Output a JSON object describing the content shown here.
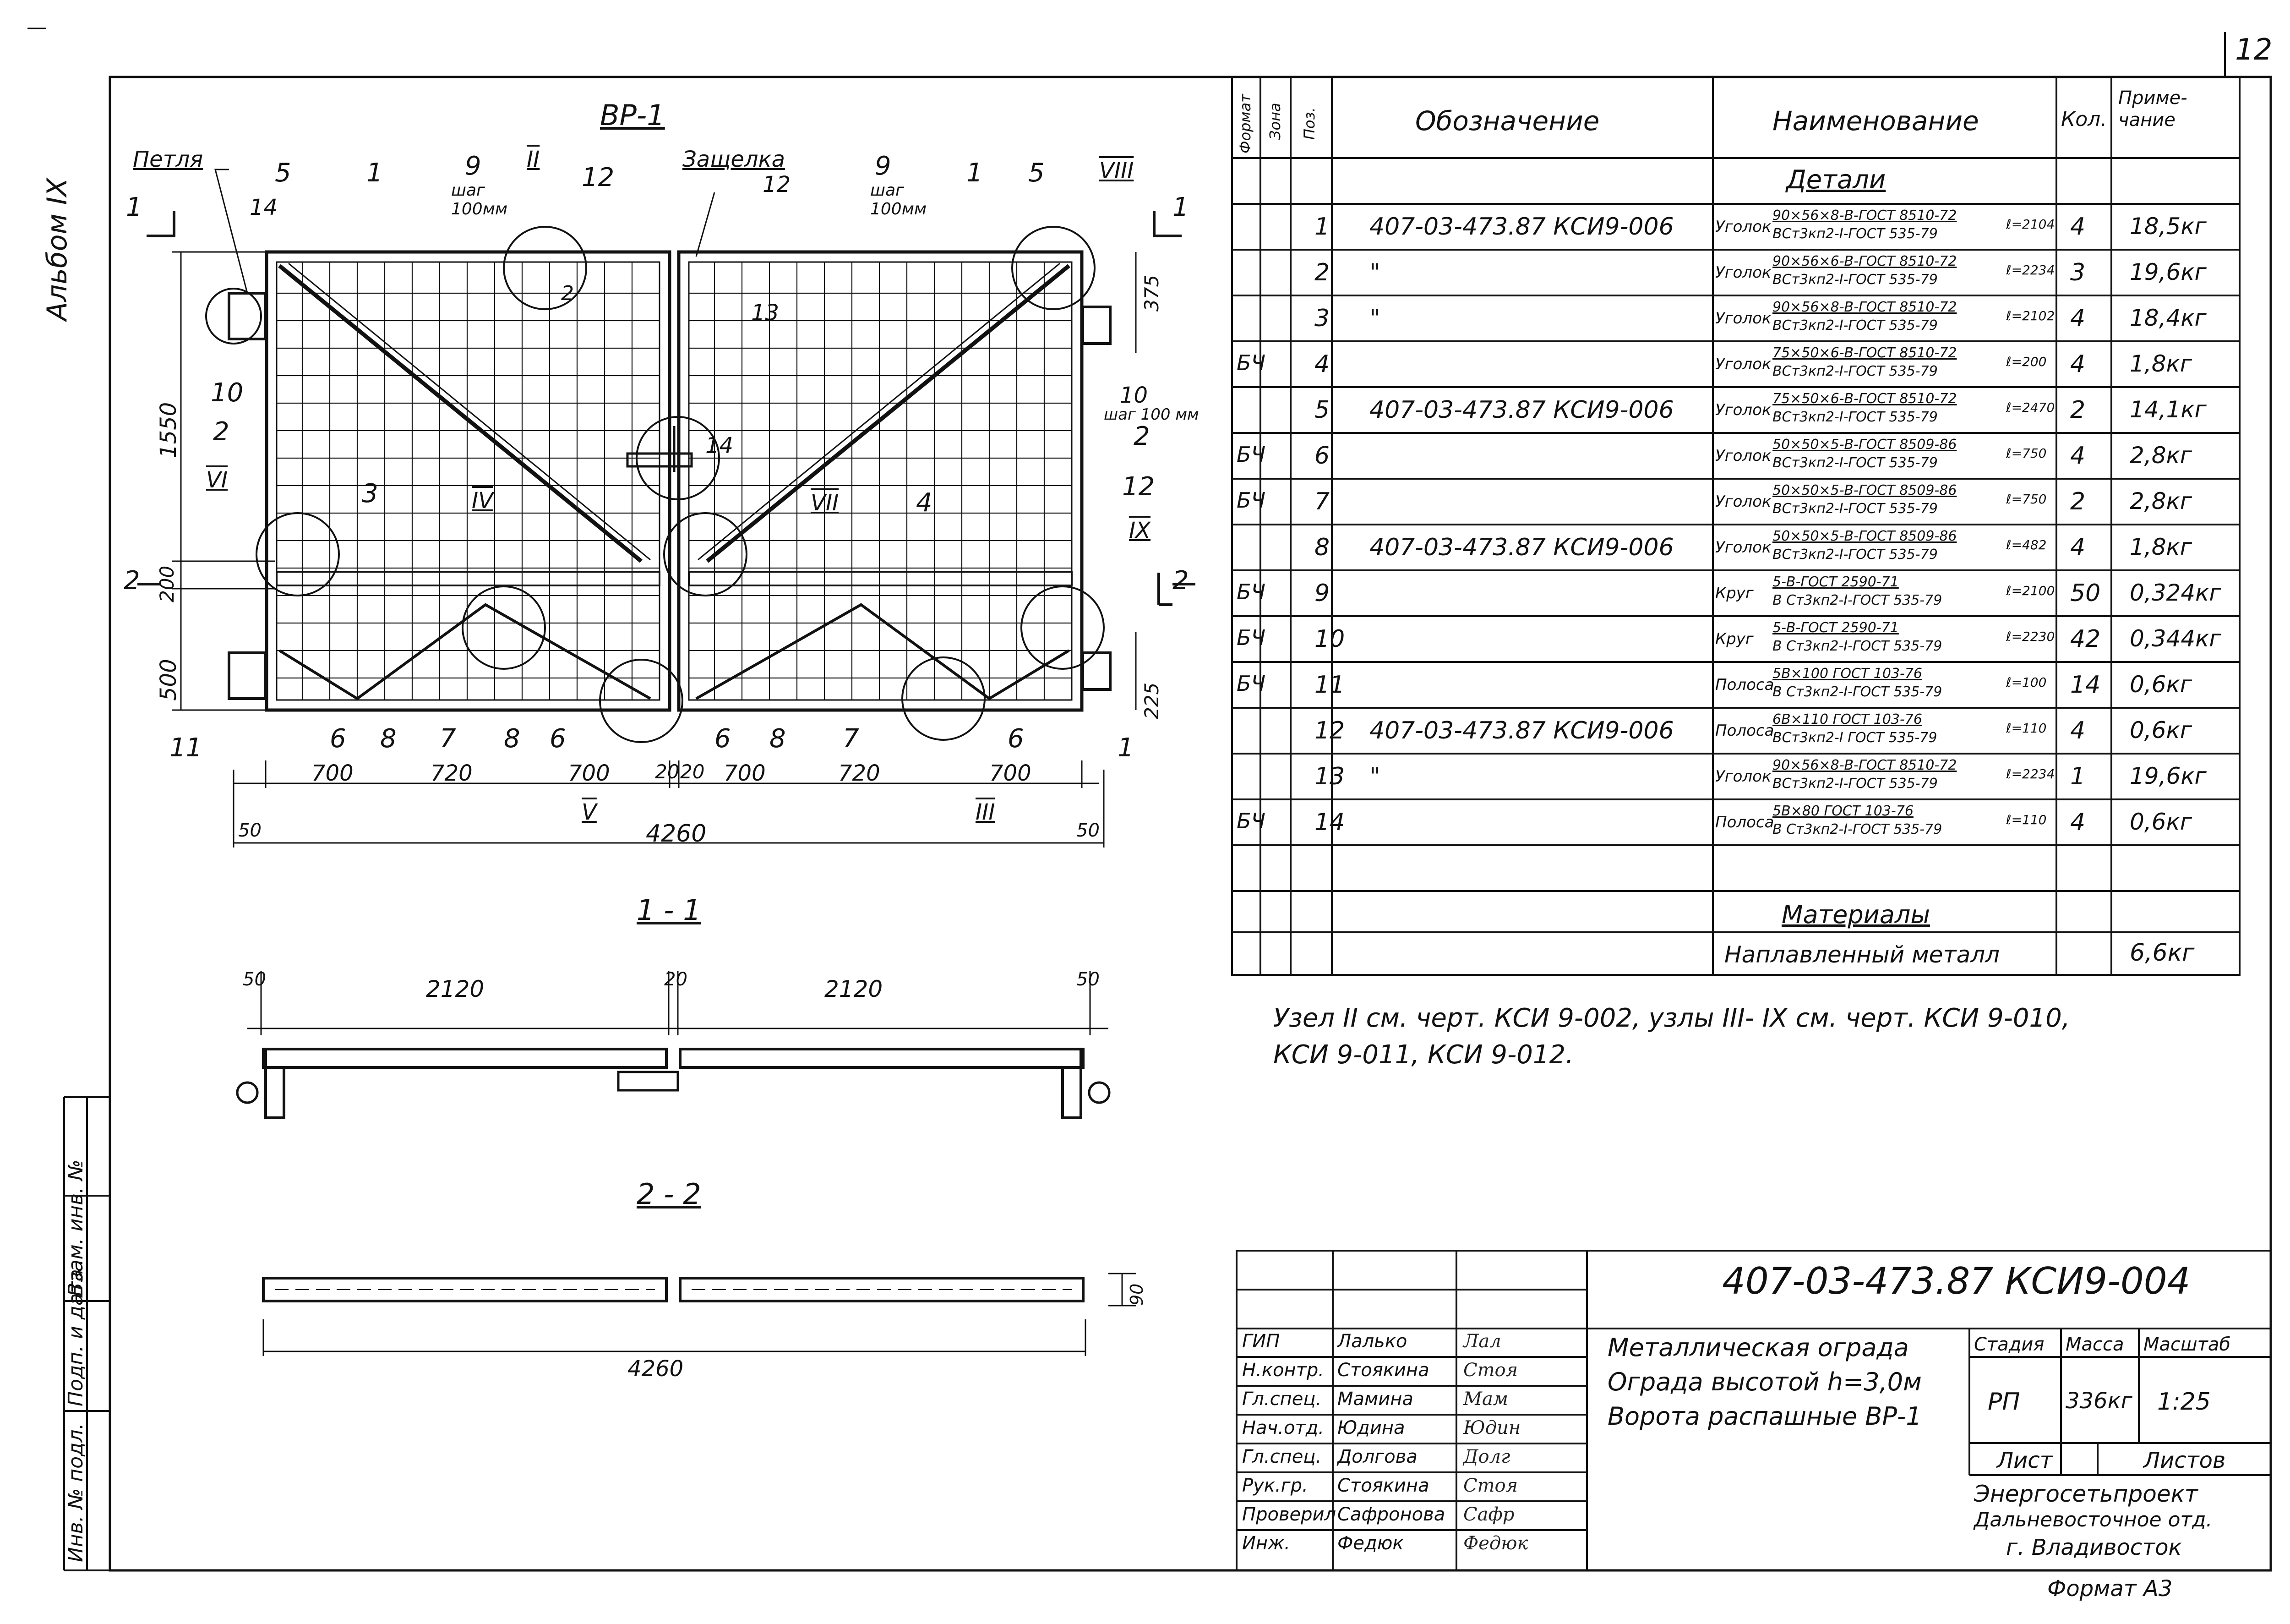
{
  "sheet": {
    "number": "12",
    "album_side_label": "Альбом IX",
    "format_note": "Формат A3",
    "side_stamp": [
      "Инв. № подл.",
      "Подп. и дата",
      "Взам. инв. №"
    ]
  },
  "drawing": {
    "title_main": "ВР-1",
    "section_1_title": "1 - 1",
    "section_2_title": "2 - 2",
    "labels": {
      "petlya": "Петля",
      "zashchelka": "Защелка",
      "shag_left": "шаг 100мм",
      "shag_right": "шаг 100мм",
      "shag_side": "шаг 100 мм"
    },
    "positions": [
      "1",
      "2",
      "3",
      "4",
      "5",
      "6",
      "7",
      "8",
      "9",
      "10",
      "11",
      "12",
      "13",
      "14"
    ],
    "nodes": [
      "II",
      "III",
      "IV",
      "V",
      "VI",
      "VII",
      "VIII",
      "IX"
    ],
    "section_marks": [
      "1",
      "1",
      "2",
      "2"
    ],
    "dimensions_main": {
      "height_total": "1550",
      "d200": "200",
      "d500": "500",
      "d375": "375",
      "d225": "225",
      "bottom": [
        "700",
        "720",
        "700",
        "20",
        "20",
        "700",
        "720",
        "700"
      ],
      "overall": "4260",
      "edge": [
        "50",
        "50"
      ]
    },
    "dimensions_11": [
      "50",
      "2120",
      "20",
      "2120",
      "50"
    ],
    "dimensions_22": [
      "4260",
      "90"
    ]
  },
  "bom": {
    "headers": {
      "format": "Формат",
      "zone": "Зона",
      "pos": "Поз.",
      "designation": "Обозначение",
      "name": "Наименование",
      "qty": "Кол.",
      "note": "Приме- чание"
    },
    "section_details": "Детали",
    "section_materials": "Материалы",
    "rows": [
      {
        "fmt": "",
        "pos": "1",
        "des": "407-03-473.87 КСИ9-006",
        "kind": "Уголок",
        "top": "90×56×8-В-ГОСТ 8510-72",
        "bot": "ВСт3кп2-I-ГОСТ 535-79",
        "len": "ℓ=2104",
        "qty": "4",
        "note": "18,5кг"
      },
      {
        "fmt": "",
        "pos": "2",
        "des": "\"",
        "kind": "Уголок",
        "top": "90×56×6-В-ГОСТ 8510-72",
        "bot": "ВСт3кп2-I-ГОСТ 535-79",
        "len": "ℓ=2234",
        "qty": "3",
        "note": "19,6кг"
      },
      {
        "fmt": "",
        "pos": "3",
        "des": "\"",
        "kind": "Уголок",
        "top": "90×56×8-В-ГОСТ 8510-72",
        "bot": "ВСт3кп2-I-ГОСТ 535-79",
        "len": "ℓ=2102",
        "qty": "4",
        "note": "18,4кг"
      },
      {
        "fmt": "БЧ",
        "pos": "4",
        "des": "",
        "kind": "Уголок",
        "top": "75×50×6-В-ГОСТ 8510-72",
        "bot": "ВСт3кп2-I-ГОСТ 535-79",
        "len": "ℓ=200",
        "qty": "4",
        "note": "1,8кг"
      },
      {
        "fmt": "",
        "pos": "5",
        "des": "407-03-473.87 КСИ9-006",
        "kind": "Уголок",
        "top": "75×50×6-В-ГОСТ 8510-72",
        "bot": "ВСт3кп2-I-ГОСТ 535-79",
        "len": "ℓ=2470",
        "qty": "2",
        "note": "14,1кг"
      },
      {
        "fmt": "БЧ",
        "pos": "6",
        "des": "",
        "kind": "Уголок",
        "top": "50×50×5-В-ГОСТ 8509-86",
        "bot": "ВСт3кп2-I-ГОСТ 535-79",
        "len": "ℓ=750",
        "qty": "4",
        "note": "2,8кг"
      },
      {
        "fmt": "БЧ",
        "pos": "7",
        "des": "",
        "kind": "Уголок",
        "top": "50×50×5-В-ГОСТ 8509-86",
        "bot": "ВСт3кп2-I-ГОСТ 535-79",
        "len": "ℓ=750",
        "qty": "2",
        "note": "2,8кг"
      },
      {
        "fmt": "",
        "pos": "8",
        "des": "407-03-473.87 КСИ9-006",
        "kind": "Уголок",
        "top": "50×50×5-В-ГОСТ 8509-86",
        "bot": "ВСт3кп2-I-ГОСТ 535-79",
        "len": "ℓ=482",
        "qty": "4",
        "note": "1,8кг"
      },
      {
        "fmt": "БЧ",
        "pos": "9",
        "des": "",
        "kind": "Круг",
        "top": "5-В-ГОСТ 2590-71",
        "bot": "В Ст3кп2-I-ГОСТ 535-79",
        "len": "ℓ=2100",
        "qty": "50",
        "note": "0,324кг"
      },
      {
        "fmt": "БЧ",
        "pos": "10",
        "des": "",
        "kind": "Круг",
        "top": "5-В-ГОСТ 2590-71",
        "bot": "В Ст3кп2-I-ГОСТ 535-79",
        "len": "ℓ=2230",
        "qty": "42",
        "note": "0,344кг"
      },
      {
        "fmt": "БЧ",
        "pos": "11",
        "des": "",
        "kind": "Полоса",
        "top": "5В×100 ГОСТ 103-76",
        "bot": "В Ст3кп2-I-ГОСТ 535-79",
        "len": "ℓ=100",
        "qty": "14",
        "note": "0,6кг"
      },
      {
        "fmt": "",
        "pos": "12",
        "des": "407-03-473.87 КСИ9-006",
        "kind": "Полоса",
        "top": "6В×110 ГОСТ 103-76",
        "bot": "ВСт3кп2-I ГОСТ 535-79",
        "len": "ℓ=110",
        "qty": "4",
        "note": "0,6кг"
      },
      {
        "fmt": "",
        "pos": "13",
        "des": "\"",
        "kind": "Уголок",
        "top": "90×56×8-В-ГОСТ 8510-72",
        "bot": "ВСт3кп2-I-ГОСТ 535-79",
        "len": "ℓ=2234",
        "qty": "1",
        "note": "19,6кг"
      },
      {
        "fmt": "БЧ",
        "pos": "14",
        "des": "",
        "kind": "Полоса",
        "top": "5В×80 ГОСТ 103-76",
        "bot": "В Ст3кп2-I-ГОСТ 535-79",
        "len": "ℓ=110",
        "qty": "4",
        "note": "0,6кг"
      }
    ],
    "material_row": {
      "name": "Наплавленный металл",
      "note": "6,6кг"
    }
  },
  "note_text": {
    "line1": "Узел II см. черт. КСИ 9-002, узлы III- IX см. черт. КСИ 9-010,",
    "line2": "КСИ 9-011, КСИ 9-012."
  },
  "title_block": {
    "code": "407-03-473.87      КСИ9-004",
    "description": [
      "Металлическая ограда",
      "Ограда высотой h=3,0м",
      "Ворота распашные ВР-1"
    ],
    "stage_label": "Стадия",
    "mass_label": "Масса",
    "scale_label": "Масштаб",
    "stage": "РП",
    "mass": "336кг",
    "scale": "1:25",
    "sheet_label": "Лист",
    "sheets_label": "Листов",
    "org": [
      "Энергосетьпроект",
      "Дальневосточное отд.",
      "г. Владивосток"
    ],
    "people": [
      {
        "role": "ГИП",
        "name": "Лалько",
        "sign": "Лал"
      },
      {
        "role": "Н.контр.",
        "name": "Стоякина",
        "sign": "Стоя"
      },
      {
        "role": "Гл.спец.",
        "name": "Мамина",
        "sign": "Мам"
      },
      {
        "role": "Нач.отд.",
        "name": "Юдина",
        "sign": "Юдин"
      },
      {
        "role": "Гл.спец.",
        "name": "Долгова",
        "sign": "Долг"
      },
      {
        "role": "Рук.гр.",
        "name": "Стоякина",
        "sign": "Стоя"
      },
      {
        "role": "Проверил",
        "name": "Сафронова",
        "sign": "Сафр"
      },
      {
        "role": "Инж.",
        "name": "Федюк",
        "sign": "Федюк"
      }
    ]
  }
}
